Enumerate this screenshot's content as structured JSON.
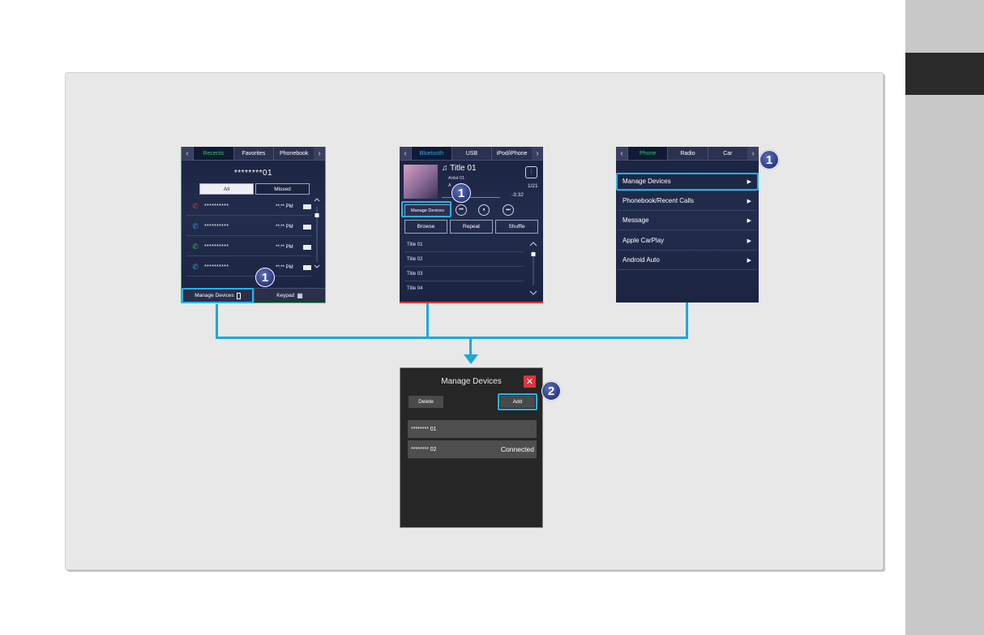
{
  "screen_a": {
    "tabs": [
      "Recents",
      "Favorites",
      "Phonebook"
    ],
    "number": "********01",
    "filters": [
      "All",
      "Missed"
    ],
    "rows": [
      {
        "number": "**********",
        "time": "**:** PM",
        "color": "#e23b3b",
        "icon": "missed-call-icon",
        "glyph": "✆"
      },
      {
        "number": "**********",
        "time": "**:** PM",
        "color": "#2fa8e6",
        "icon": "incoming-call-icon",
        "glyph": "✆"
      },
      {
        "number": "**********",
        "time": "**:** PM",
        "color": "#35c463",
        "icon": "outgoing-call-icon",
        "glyph": "✆"
      },
      {
        "number": "**********",
        "time": "**:** PM",
        "color": "#2fa8e6",
        "icon": "incoming-call-icon",
        "glyph": "✆"
      }
    ],
    "manage_devices": "Manage Devices",
    "keypad": "Keypad"
  },
  "screen_b": {
    "tabs": [
      "Bluetooth",
      "USB",
      "iPod/iPhone"
    ],
    "title": "♫ Title 01",
    "artist": "Artist 01",
    "album": "A",
    "track": "1/21",
    "remaining": "-3:32",
    "manage_devices": "Manage Devices",
    "buttons": [
      "Browse",
      "Repeat",
      "Shuffle"
    ],
    "list": [
      "Title 01",
      "Title 02",
      "Title 03",
      "Title 04"
    ]
  },
  "screen_c": {
    "tabs": [
      "Phone",
      "Radio",
      "Car"
    ],
    "items": [
      "Manage Devices",
      "Phonebook/Recent Calls",
      "Message",
      "Apple CarPlay",
      "Android Auto"
    ]
  },
  "screen_d": {
    "title": "Manage Devices",
    "delete": "Delete",
    "add": "Add",
    "devices": [
      {
        "name": "******** 01",
        "status": ""
      },
      {
        "name": "******** 02",
        "status": "Connected"
      }
    ]
  },
  "badges": {
    "step1": "1",
    "step2": "2"
  },
  "colors": {
    "accent": "#1ba8de",
    "badge": "#2c3a86",
    "close": "#e0333b"
  }
}
